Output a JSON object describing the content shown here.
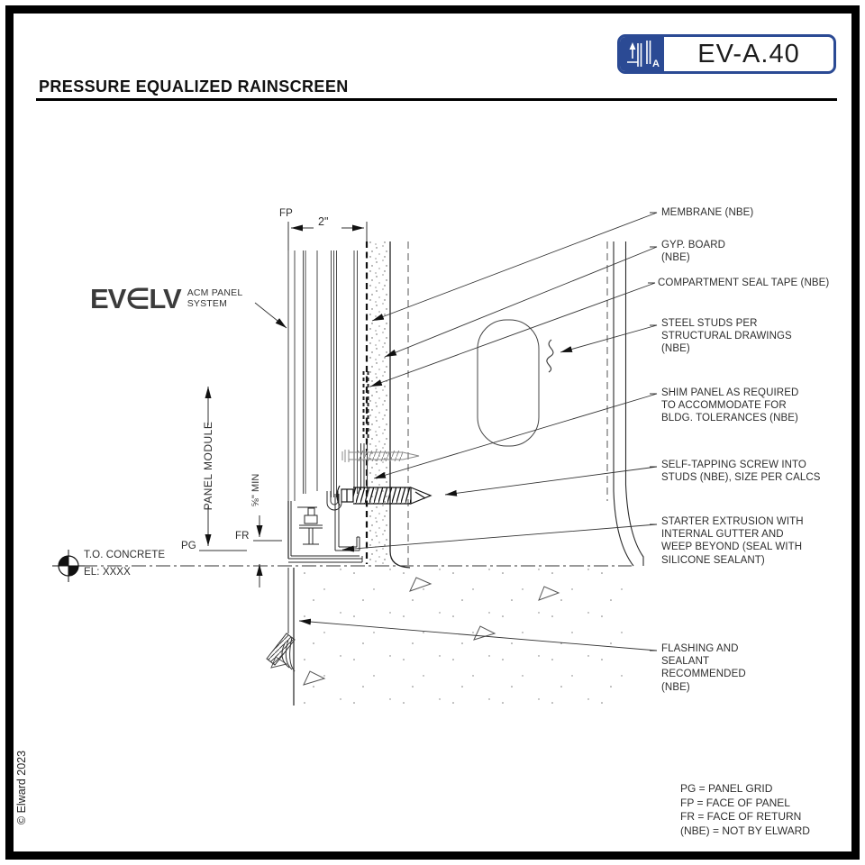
{
  "badge": {
    "code": "EV-A.40"
  },
  "title": "PRESSURE EQUALIZED RAINSCREEN",
  "logo": {
    "brand_left": "EV",
    "brand_glyph": "∈",
    "brand_right": "LV",
    "tagline_line1": "ACM PANEL",
    "tagline_line2": "SYSTEM"
  },
  "dimensions": {
    "top_width": "2\"",
    "panel_module": "PANEL MODULE",
    "min_clearance": "⅝\" MIN"
  },
  "labels": {
    "fp": "FP",
    "pg": "PG",
    "fr": "FR"
  },
  "datum": {
    "line1": "T.O. CONCRETE",
    "line2": "EL: XXXX"
  },
  "callouts": [
    {
      "lines": [
        "MEMBRANE  (NBE)"
      ]
    },
    {
      "lines": [
        "GYP. BOARD",
        "(NBE)"
      ]
    },
    {
      "lines": [
        "COMPARTMENT SEAL TAPE  (NBE)"
      ]
    },
    {
      "lines": [
        "STEEL STUDS PER",
        "STRUCTURAL DRAWINGS",
        "(NBE)"
      ]
    },
    {
      "lines": [
        "SHIM PANEL AS REQUIRED",
        "TO ACCOMMODATE FOR",
        "BLDG. TOLERANCES  (NBE)"
      ]
    },
    {
      "lines": [
        "SELF-TAPPING SCREW INTO",
        "STUDS (NBE), SIZE PER CALCS"
      ]
    },
    {
      "lines": [
        "STARTER EXTRUSION WITH",
        "INTERNAL GUTTER AND",
        "WEEP BEYOND (SEAL WITH",
        "SILICONE SEALANT)"
      ]
    },
    {
      "lines": [
        "FLASHING AND",
        "SEALANT",
        "RECOMMENDED",
        "(NBE)"
      ]
    }
  ],
  "legend": {
    "lines": [
      "PG = PANEL GRID",
      "FP = FACE OF PANEL",
      "FR = FACE OF RETURN",
      "(NBE) = NOT BY ELWARD"
    ]
  },
  "copyright": "© Elward 2023",
  "colors": {
    "badge_blue": "#2b4a94",
    "line_dark": "#1f1f1f"
  }
}
